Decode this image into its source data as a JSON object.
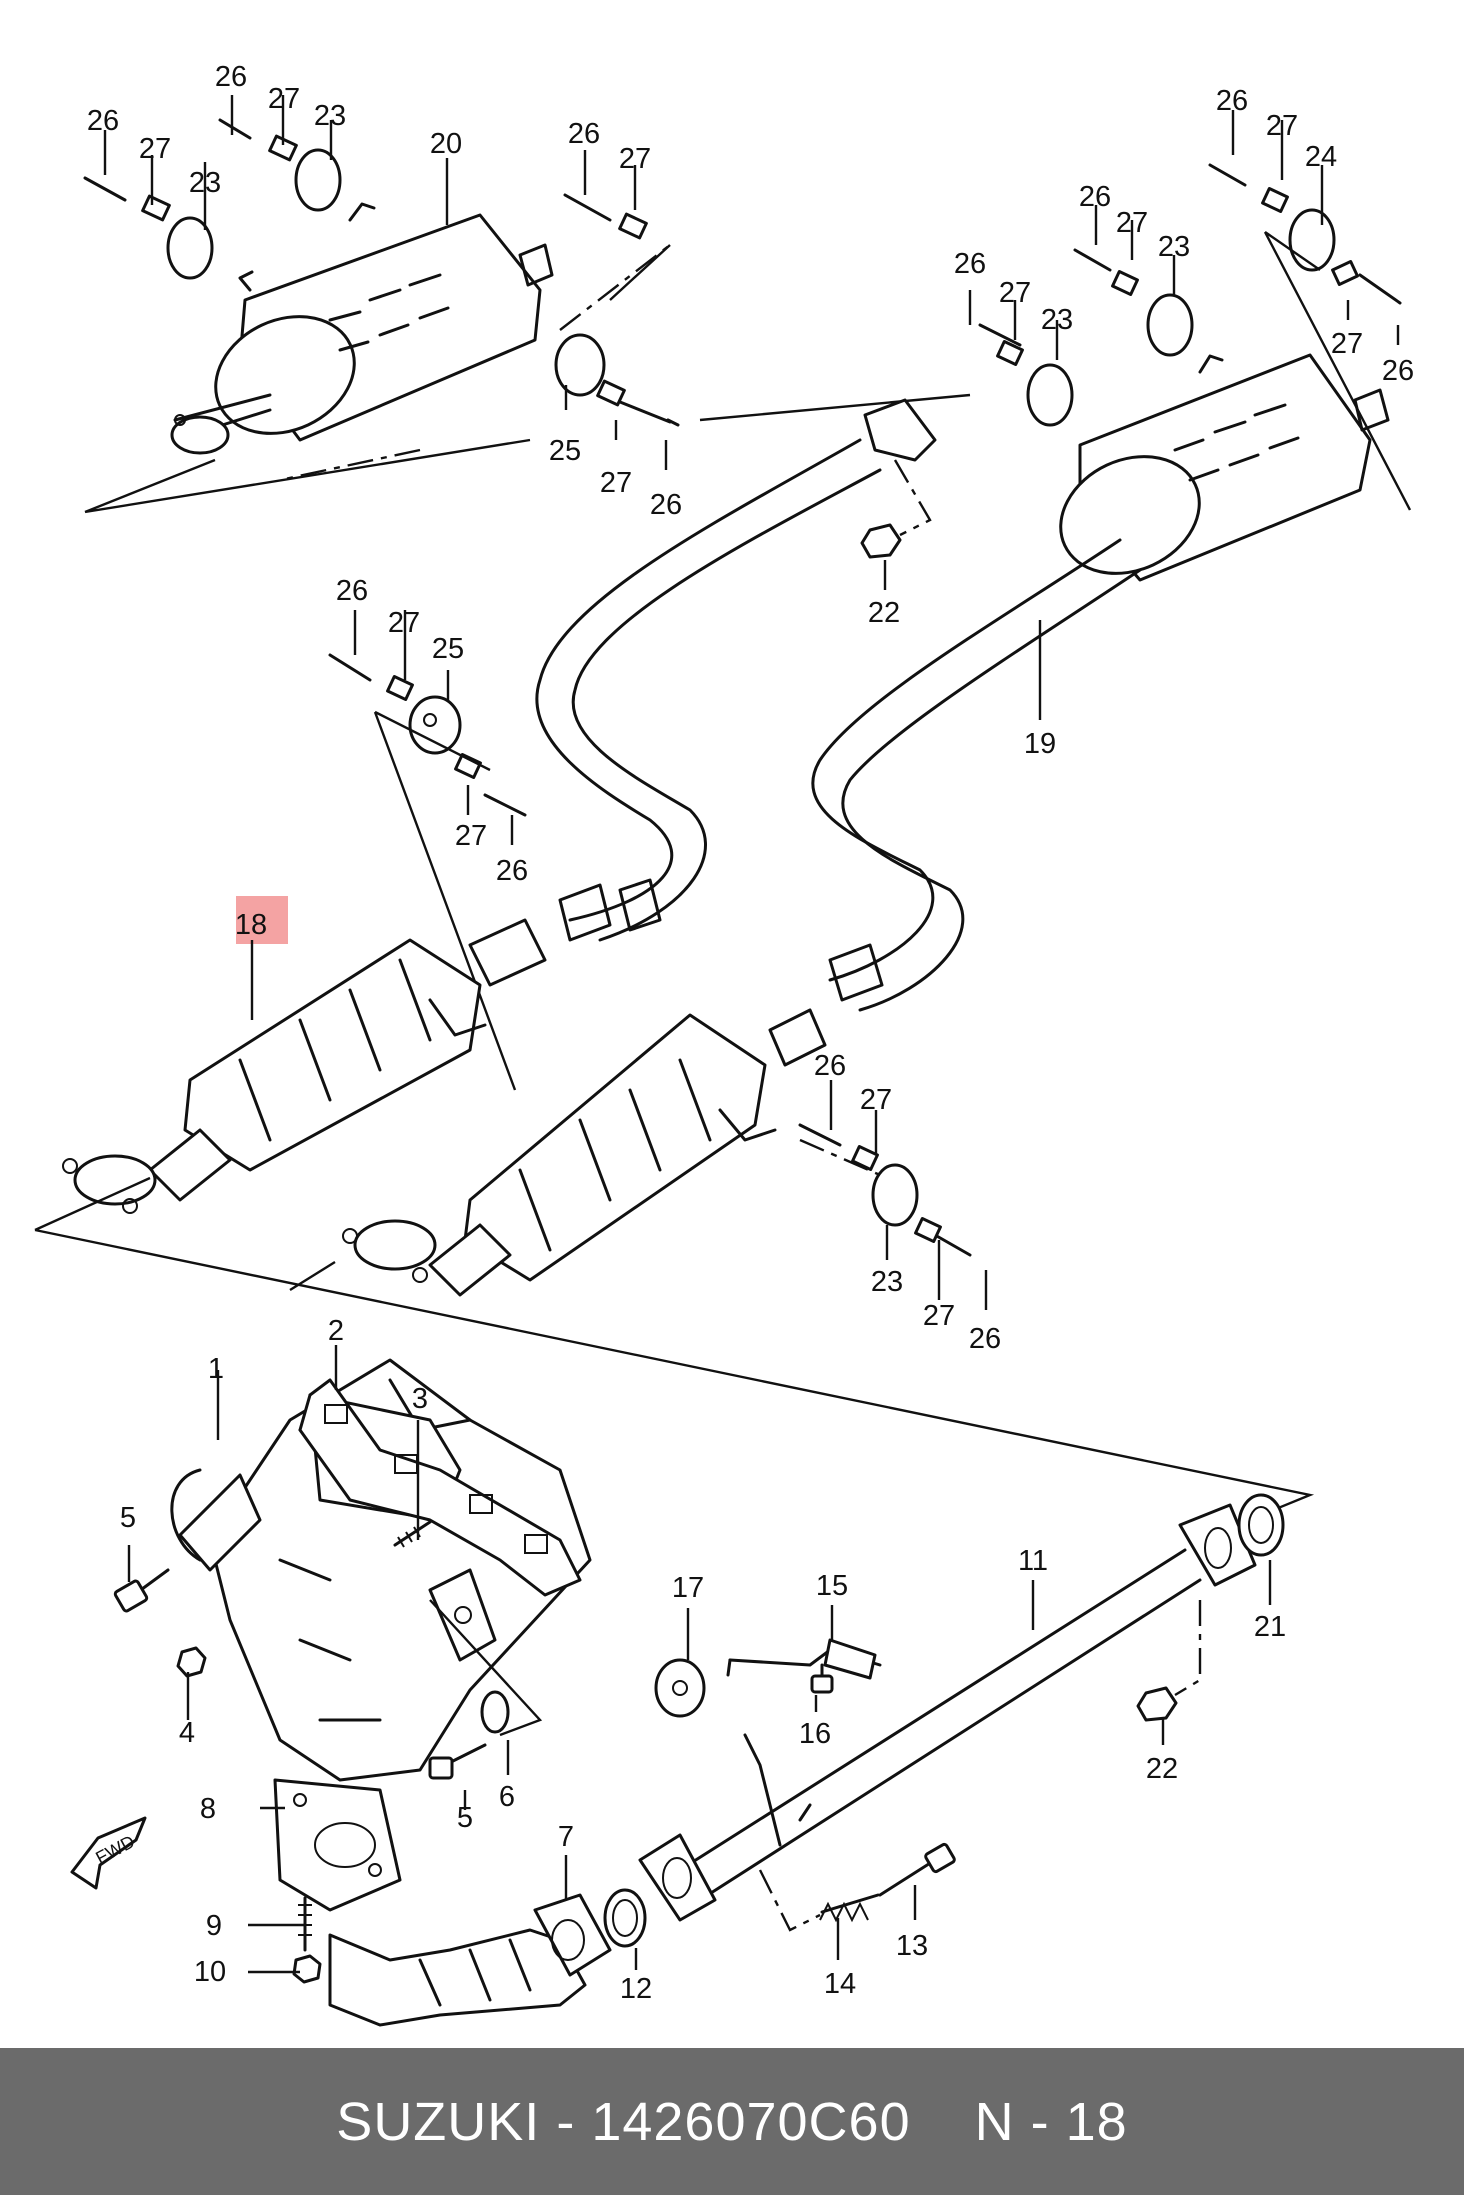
{
  "diagram": {
    "highlight_color": "#f4a3a3",
    "highlighted_part": "18",
    "fwd_label": "FWD",
    "callouts": {
      "c26a": "26",
      "c27a": "27",
      "c23a": "23",
      "c26b": "26",
      "c27b": "27",
      "c23b": "23",
      "c20": "20",
      "c26c": "26",
      "c27c": "27",
      "c25a": "25",
      "c27d": "27",
      "c26d": "26",
      "c26e": "26",
      "c27e": "27",
      "c24": "24",
      "c26f": "26",
      "c27f": "27",
      "c23c": "23",
      "c26g": "26",
      "c27g": "27",
      "c23d": "23",
      "c27h": "27",
      "c26h": "26",
      "c22a": "22",
      "c19": "19",
      "c26i": "26",
      "c27i": "27",
      "c25b": "25",
      "c27j": "27",
      "c26j": "26",
      "c18": "18",
      "c26k": "26",
      "c27k": "27",
      "c23e": "23",
      "c27l": "27",
      "c26l": "26",
      "c2": "2",
      "c1": "1",
      "c3": "3",
      "c5a": "5",
      "c4": "4",
      "c8": "8",
      "c9": "9",
      "c10": "10",
      "c5b": "5",
      "c6": "6",
      "c7": "7",
      "c12": "12",
      "c17": "17",
      "c15": "15",
      "c16": "16",
      "c11": "11",
      "c21": "21",
      "c22b": "22",
      "c14": "14",
      "c13": "13"
    }
  },
  "footer": {
    "brand": "SUZUKI",
    "separator": " - ",
    "part_number": "1426070C60",
    "page_ref": "N - 18"
  }
}
